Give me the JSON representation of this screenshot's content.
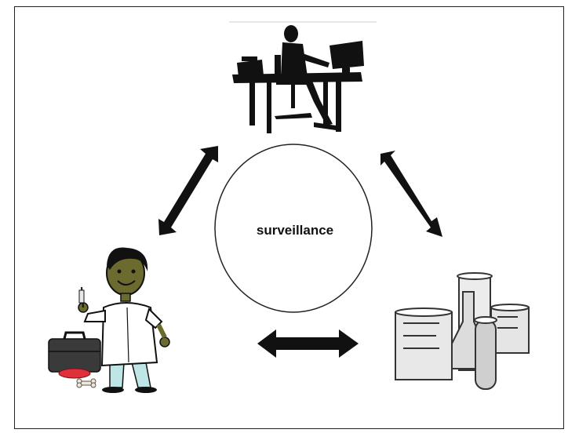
{
  "diagram": {
    "center_label": "surveillance",
    "nodes": [
      {
        "id": "office-worker",
        "icon": "office-desk-computer-icon"
      },
      {
        "id": "veterinarian",
        "icon": "veterinarian-icon"
      },
      {
        "id": "laboratory",
        "icon": "lab-glassware-icon"
      }
    ],
    "connections": [
      {
        "from": "office-worker",
        "to": "veterinarian",
        "style": "double-arrow"
      },
      {
        "from": "office-worker",
        "to": "laboratory",
        "style": "double-arrow"
      },
      {
        "from": "veterinarian",
        "to": "laboratory",
        "style": "double-arrow"
      }
    ],
    "colors": {
      "arrow": "#111111",
      "outline": "#222222",
      "background": "#ffffff"
    }
  }
}
